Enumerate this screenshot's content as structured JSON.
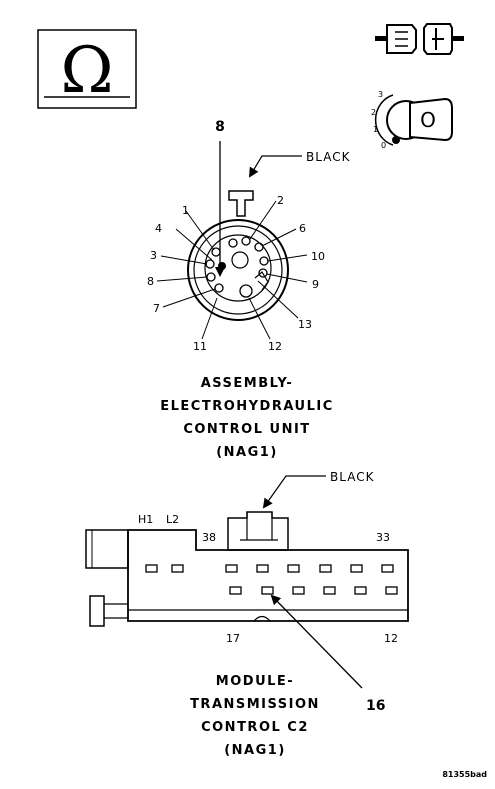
{
  "ohm_symbol": "Ω",
  "ignition": {
    "positions": [
      "3",
      "2",
      "1",
      "0"
    ],
    "key_letter": "O"
  },
  "upper": {
    "callout_pin": "8",
    "color_label": "BLACK",
    "pin_labels": [
      "1",
      "2",
      "3",
      "4",
      "6",
      "8",
      "7",
      "10",
      "9",
      "13",
      "11",
      "12"
    ],
    "title_lines": [
      "ASSEMBLY-",
      "ELECTROHYDRAULIC",
      "CONTROL UNIT",
      "(NAG1)"
    ]
  },
  "lower": {
    "color_label": "BLACK",
    "top_labels": [
      "H1",
      "L2",
      "38",
      "33"
    ],
    "bottom_labels": [
      "17",
      "12"
    ],
    "callout_pin": "16",
    "title_lines": [
      "MODULE-",
      "TRANSMISSION",
      "CONTROL C2",
      "(NAG1)"
    ]
  },
  "figure_id": "81355bad"
}
